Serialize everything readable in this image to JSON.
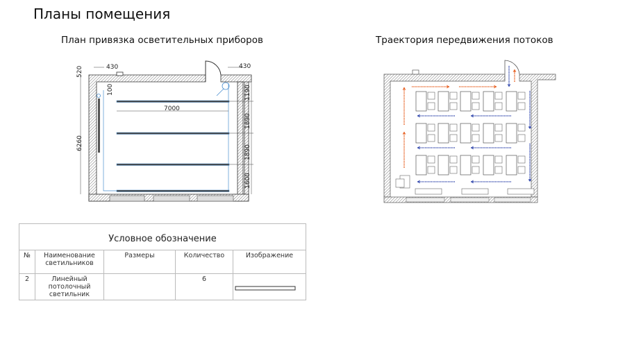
{
  "page_title": "Планы помещения",
  "lighting_plan": {
    "title": "План привязка осветительных приборов",
    "dimensions": {
      "top_left": "430",
      "top_right": "430",
      "left_top": "520",
      "left_total": "6260",
      "offset": "100",
      "length": "7000",
      "right": [
        "1190",
        "1890",
        "1890",
        "1600"
      ]
    }
  },
  "flow_plan": {
    "title": "Траектория передвижения потоков",
    "colors": {
      "inbound": "#e8662a",
      "outbound": "#3a4fb0"
    }
  },
  "legend_table": {
    "title": "Условное обозначение",
    "headers": [
      "№",
      "Наименование светильников",
      "Размеры",
      "Количество",
      "Изображение"
    ],
    "rows": [
      {
        "num": "2",
        "name": "Линейный потолочный светильник",
        "size": "",
        "qty": "6"
      }
    ]
  }
}
